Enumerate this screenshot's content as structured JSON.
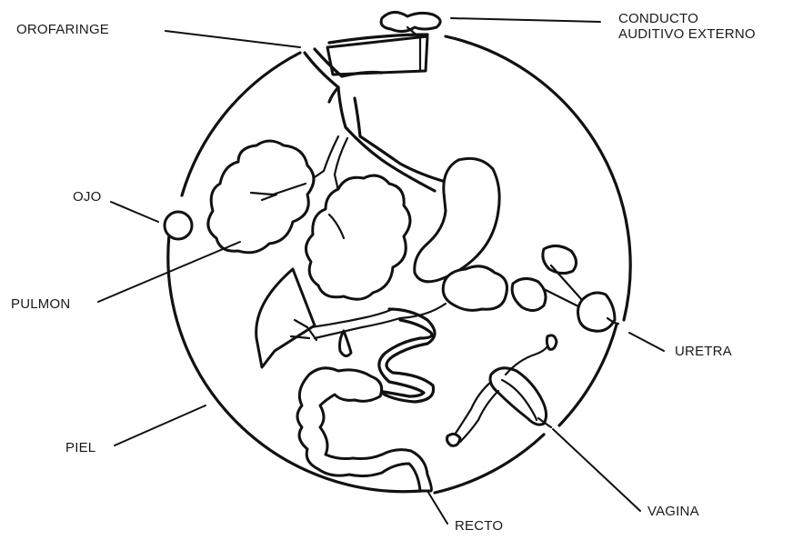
{
  "labels": {
    "orofaringe": "OROFARINGE",
    "conducto_line1": "CONDUCTO",
    "conducto_line2": "AUDITIVO EXTERNO",
    "ojo": "OJO",
    "pulmon": "PULMON",
    "uretra": "URETRA",
    "piel": "PIEL",
    "vagina": "VAGINA",
    "recto": "RECTO"
  },
  "colors": {
    "ink": "#111111",
    "background": "#ffffff"
  }
}
